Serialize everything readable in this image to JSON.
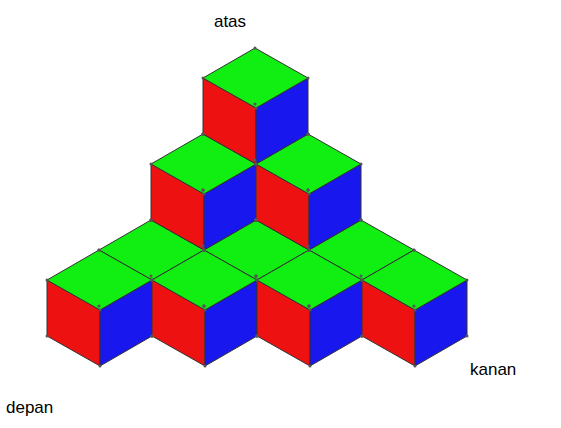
{
  "diagram": {
    "labels": [
      "atas",
      "kanan",
      "depan"
    ]
  }
}
